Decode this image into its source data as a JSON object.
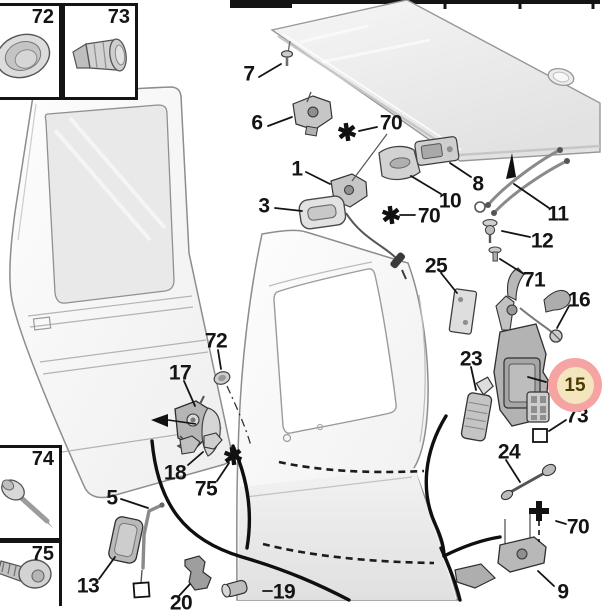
{
  "page": {
    "kind": "exploded-parts-diagram",
    "background": "#ffffff",
    "line_color": "#141414"
  },
  "highlight": {
    "number": "15",
    "ring_color": "#f5a3a3",
    "disc_color": "#f3e5be",
    "text_color": "#4a3b05"
  },
  "inset_boxes": [
    {
      "number": "72",
      "icon": "grommet-plug-icon"
    },
    {
      "number": "73",
      "icon": "expansion-rivet-icon"
    },
    {
      "number": "74",
      "icon": "blind-rivet-icon"
    },
    {
      "number": "75",
      "icon": "screw-icon"
    }
  ],
  "callouts": [
    {
      "number": "7"
    },
    {
      "number": "6"
    },
    {
      "number": "70"
    },
    {
      "number": "1"
    },
    {
      "number": "3"
    },
    {
      "number": "70"
    },
    {
      "number": "8"
    },
    {
      "number": "10"
    },
    {
      "number": "11"
    },
    {
      "number": "12"
    },
    {
      "number": "71"
    },
    {
      "number": "25"
    },
    {
      "number": "16"
    },
    {
      "number": "23"
    },
    {
      "number": "73"
    },
    {
      "number": "24"
    },
    {
      "number": "70"
    },
    {
      "number": "9"
    },
    {
      "number": "19"
    },
    {
      "number": "20"
    },
    {
      "number": "72"
    },
    {
      "number": "17"
    },
    {
      "number": "18"
    },
    {
      "number": "75"
    },
    {
      "number": "5"
    },
    {
      "number": "13"
    }
  ],
  "symbols": {
    "star": "star-fastener-icon",
    "plus": "plus-fastener-icon",
    "square": "square-fastener-icon"
  }
}
